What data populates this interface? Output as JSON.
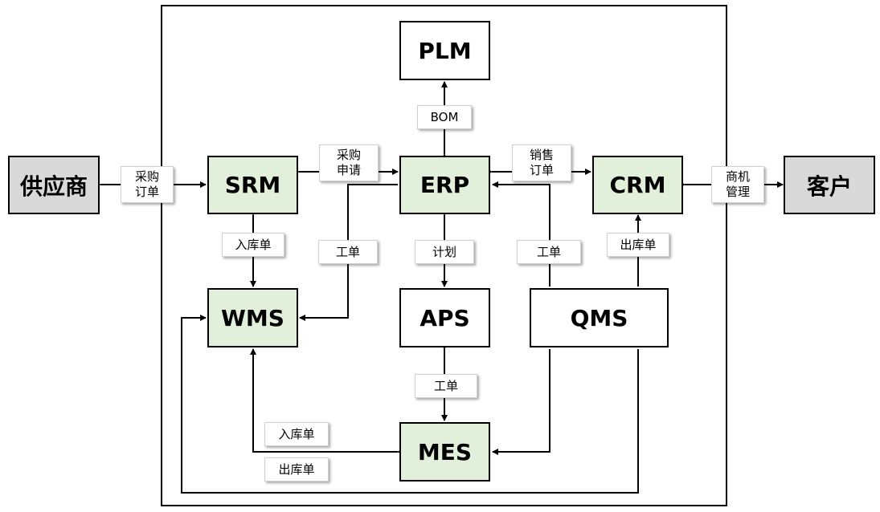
{
  "nodes": {
    "supplier": "供应商",
    "customer": "客户",
    "plm": "PLM",
    "srm": "SRM",
    "erp": "ERP",
    "crm": "CRM",
    "wms": "WMS",
    "aps": "APS",
    "qms": "QMS",
    "mes": "MES"
  },
  "labels": {
    "purchase_order": "采购\n订单",
    "purchase_request": "采购\n申请",
    "sales_order": "销售\n订单",
    "opportunity_mgmt": "商机\n管理",
    "bom": "BOM",
    "inbound_srm_wms": "入库单",
    "work_order_erp_wms": "工单",
    "plan": "计划",
    "work_order_qms": "工单",
    "outbound_qms_crm": "出库单",
    "work_order_aps_mes": "工单",
    "inbound_mes_wms": "入库单",
    "outbound_mes": "出库单"
  },
  "colors": {
    "internal_system": "#e2efda",
    "external_party": "#d9d9d9",
    "plain_system": "#ffffff",
    "line": "#000000"
  }
}
